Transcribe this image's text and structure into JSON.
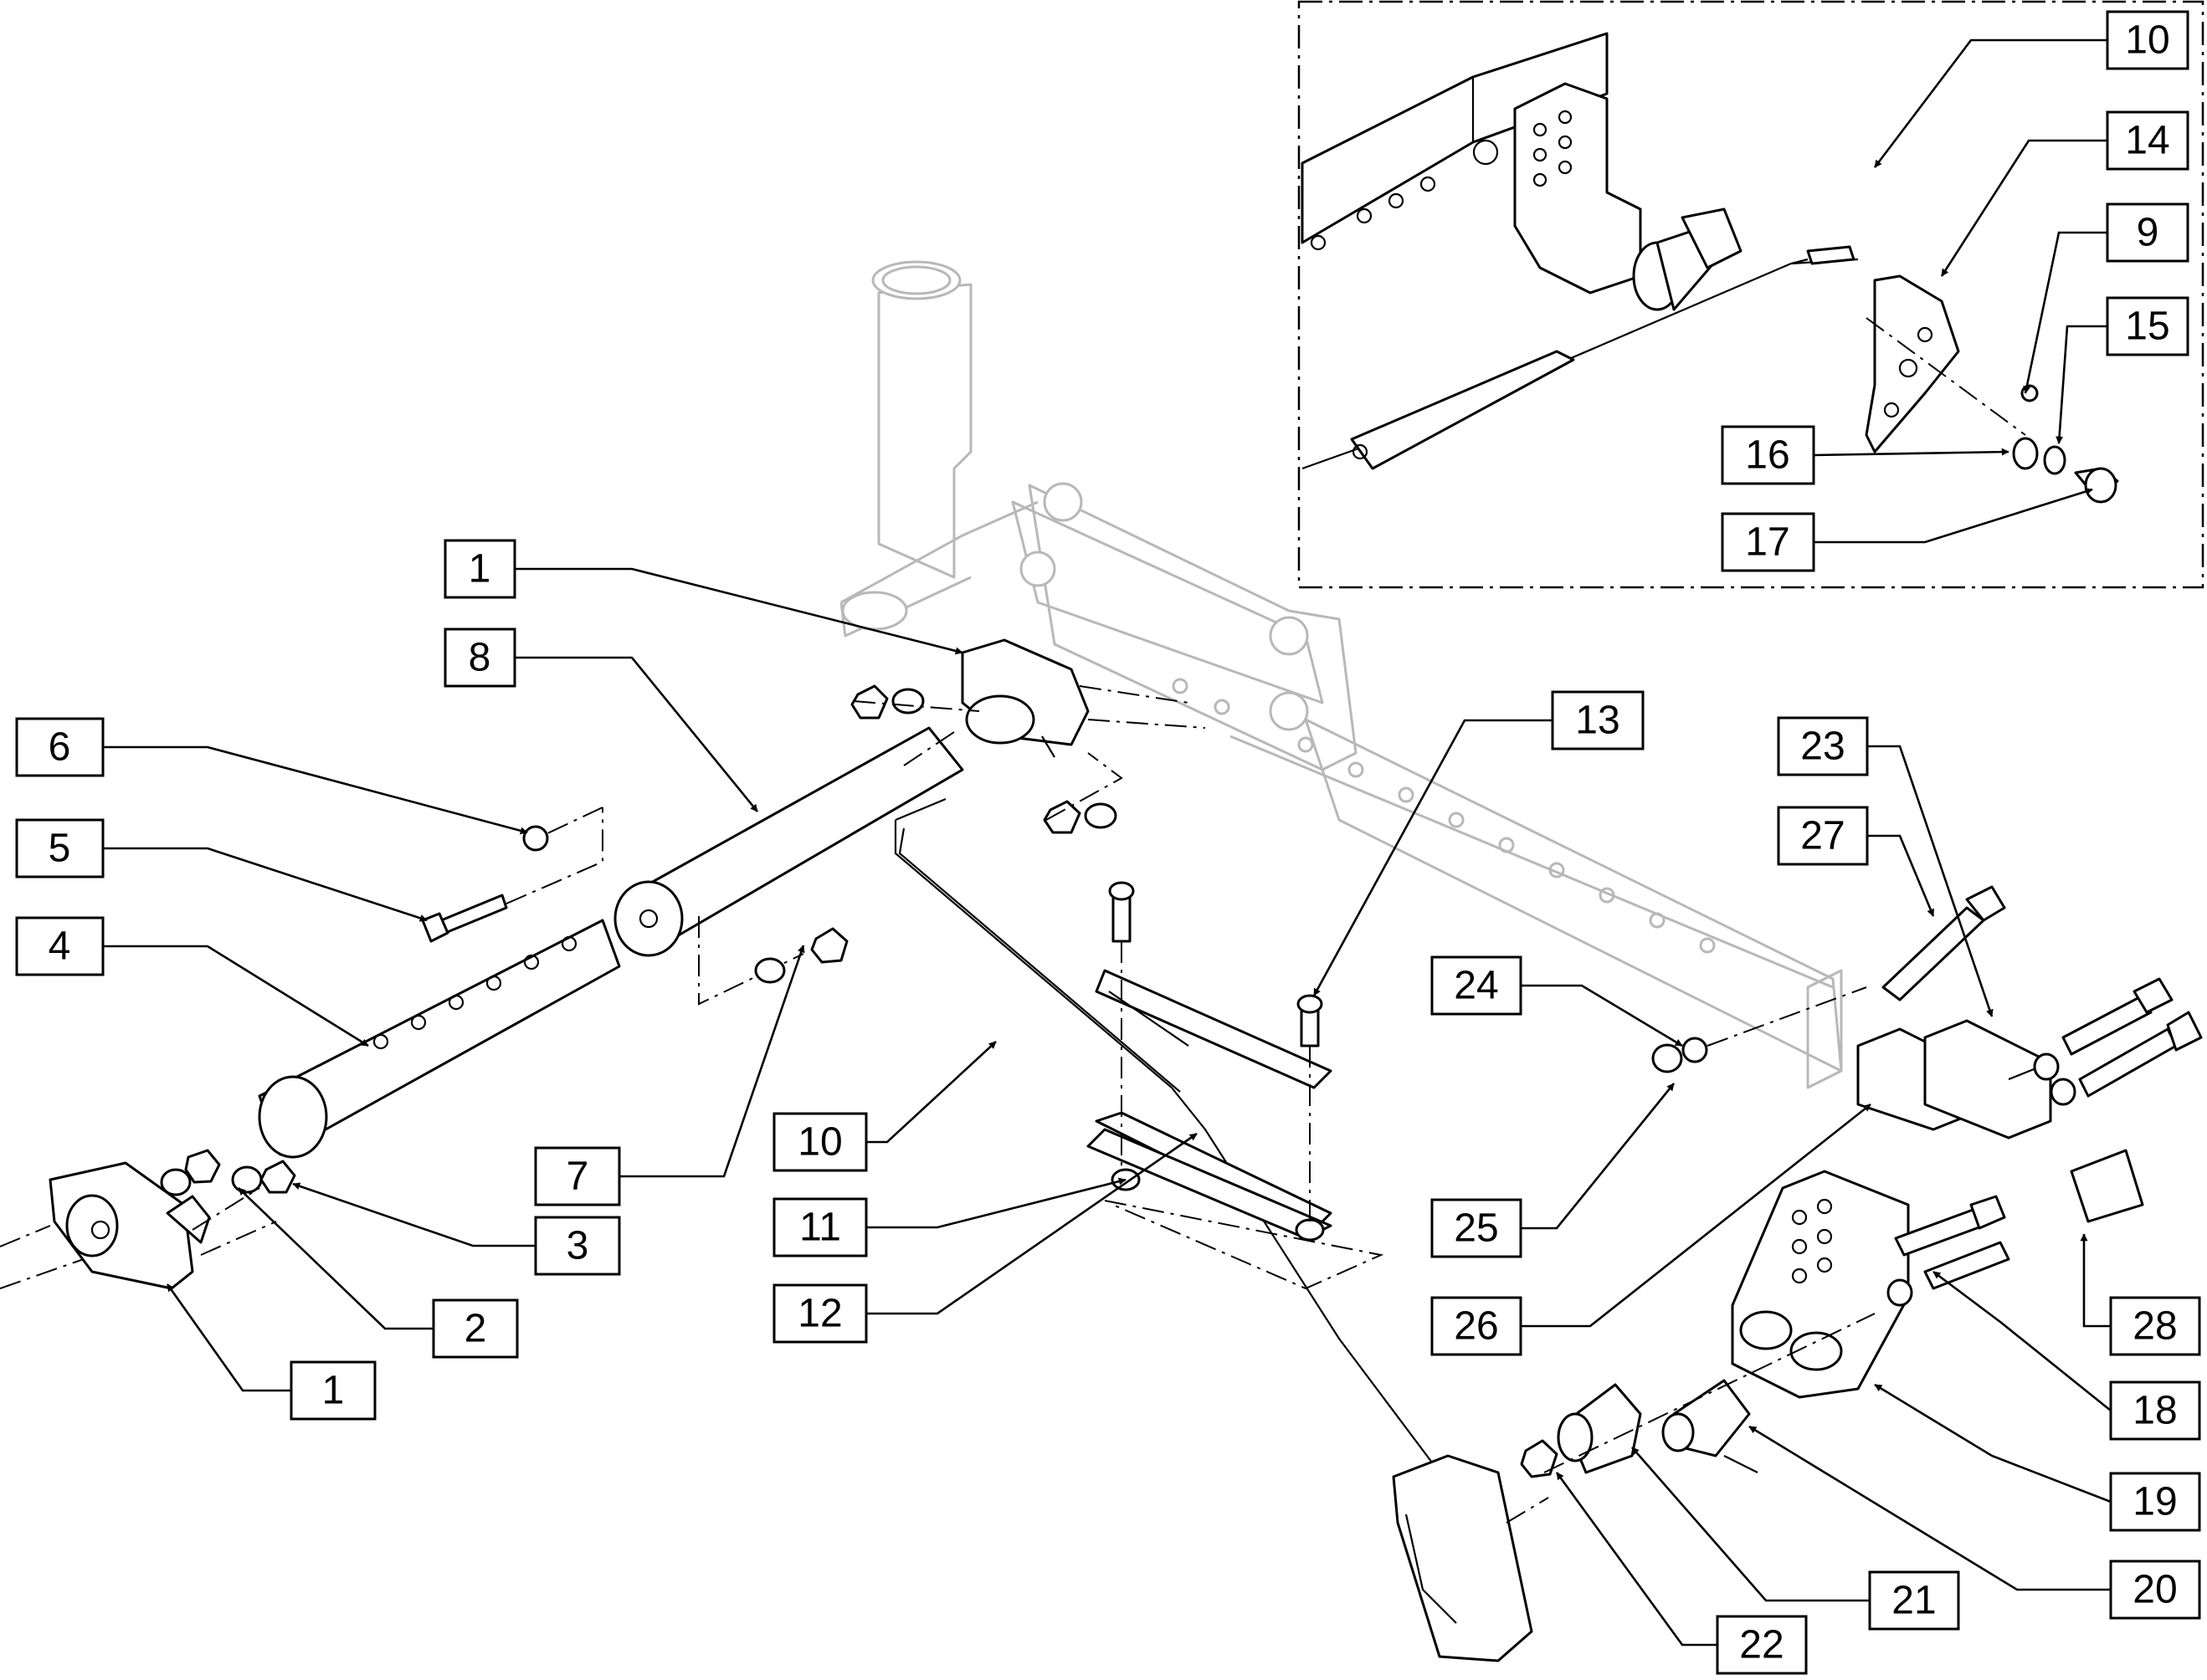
{
  "callouts": [
    {
      "id": "c10-inset",
      "label": "10"
    },
    {
      "id": "c14",
      "label": "14"
    },
    {
      "id": "c9",
      "label": "9"
    },
    {
      "id": "c15",
      "label": "15"
    },
    {
      "id": "c16",
      "label": "16"
    },
    {
      "id": "c17",
      "label": "17"
    },
    {
      "id": "c1-top",
      "label": "1"
    },
    {
      "id": "c8",
      "label": "8"
    },
    {
      "id": "c6",
      "label": "6"
    },
    {
      "id": "c5",
      "label": "5"
    },
    {
      "id": "c4",
      "label": "4"
    },
    {
      "id": "c7",
      "label": "7"
    },
    {
      "id": "c3",
      "label": "3"
    },
    {
      "id": "c2",
      "label": "2"
    },
    {
      "id": "c1-bottom",
      "label": "1"
    },
    {
      "id": "c13",
      "label": "13"
    },
    {
      "id": "c10",
      "label": "10"
    },
    {
      "id": "c11",
      "label": "11"
    },
    {
      "id": "c12",
      "label": "12"
    },
    {
      "id": "c23",
      "label": "23"
    },
    {
      "id": "c27",
      "label": "27"
    },
    {
      "id": "c24",
      "label": "24"
    },
    {
      "id": "c25",
      "label": "25"
    },
    {
      "id": "c26",
      "label": "26"
    },
    {
      "id": "c28",
      "label": "28"
    },
    {
      "id": "c18",
      "label": "18"
    },
    {
      "id": "c19",
      "label": "19"
    },
    {
      "id": "c20",
      "label": "20"
    },
    {
      "id": "c21",
      "label": "21"
    },
    {
      "id": "c22",
      "label": "22"
    }
  ]
}
